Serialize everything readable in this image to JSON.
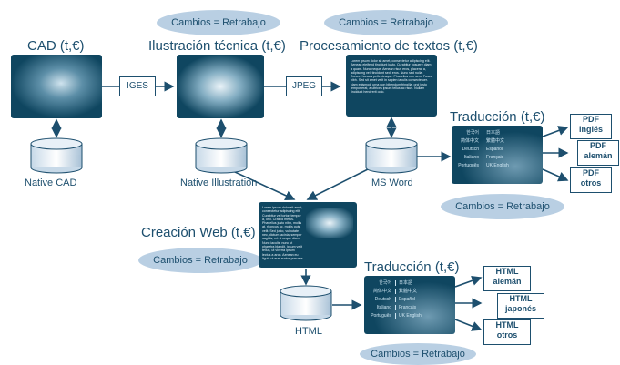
{
  "steps": {
    "cad": "CAD (t,€)",
    "illustration": "Ilustración técnica (t,€)",
    "wordproc": "Procesamiento de textos (t,€)",
    "translation": "Traducción (t,€)",
    "web": "Creación Web (t,€)"
  },
  "changes_label": "Cambios = Retrabajo",
  "formats": {
    "iges": "IGES",
    "jpeg": "JPEG"
  },
  "databases": {
    "native_cad": "Native CAD",
    "native_illustration": "Native Illustration",
    "ms_word": "MS Word",
    "html": "HTML"
  },
  "word_sample": "Lorem ipsum dolor sit amet, consectetur adipiscing elit. Aenean eleifend tincidunt justo. Curabitur posuere diam a quam. Nunc neque. Aenean risus eros, placerat a, adipiscing vel, tincidunt sed, eros. Nunc sed nulla. Donec rhoncus pellentesque. Phasellus non sem. Fusce nibh. Sed sit amet velit in sapien iaculis consectetuer. Nam euismod, urna non bibendum fringilla, orci justo tempor erat, a ultrices ipsum tellus ac risus. Nullam tincidunt hendrerit odio.",
  "web_sample": "Lorem ipsum dolor sit amet, consectetur adipiscing elit. Curabitur vel tortor, tempor a, orci. Cras id metus. Phasellus justo nibh, mollis at, rhoncus ac, mollis quis, velit. Sed justo, vulputate nec, dictum lacinia, semper sagittis, mi. A neque diam. Nunc iaculis, nunc ut pharetra blandit, ipsum velit tellus, ut viverra ipsum lectus a arcu. Aenean eu ligula ut erat auctor posuere.",
  "translation_langs": [
    [
      "한국어",
      "日本語"
    ],
    [
      "简体中文",
      "繁體中文"
    ],
    [
      "Deutsch",
      "Español"
    ],
    [
      "Italiano",
      "Français"
    ],
    [
      "Português",
      "UK English"
    ]
  ],
  "outputs_pdf": [
    {
      "fmt": "PDF",
      "lang": "inglés"
    },
    {
      "fmt": "PDF",
      "lang": "alemán"
    },
    {
      "fmt": "PDF",
      "lang": "otros"
    }
  ],
  "outputs_html": [
    {
      "fmt": "HTML",
      "lang": "alemán"
    },
    {
      "fmt": "HTML",
      "lang": "japonés"
    },
    {
      "fmt": "HTML",
      "lang": "otros"
    }
  ]
}
